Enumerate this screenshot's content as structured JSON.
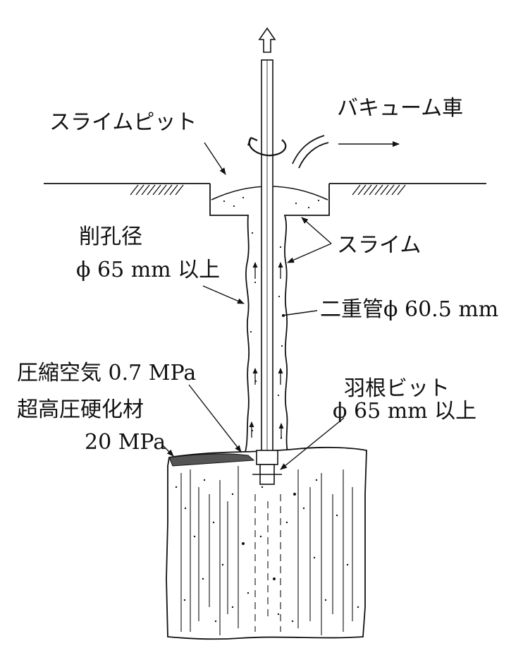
{
  "labels": {
    "slime_pit": "スライムピット",
    "vacuum_truck": "バキューム車",
    "bore_dia_title": "削孔径",
    "bore_dia_value": "ϕ 65 mm 以上",
    "slime": "スライム",
    "double_pipe": "二重管ϕ 60.5 mm",
    "compressed_air": "圧縮空気 0.7 MPa",
    "wing_bit_title": "羽根ビット",
    "wing_bit_value": "ϕ 65 mm 以上",
    "hardener_title": "超高圧硬化材",
    "hardener_value": "20 MPa"
  }
}
